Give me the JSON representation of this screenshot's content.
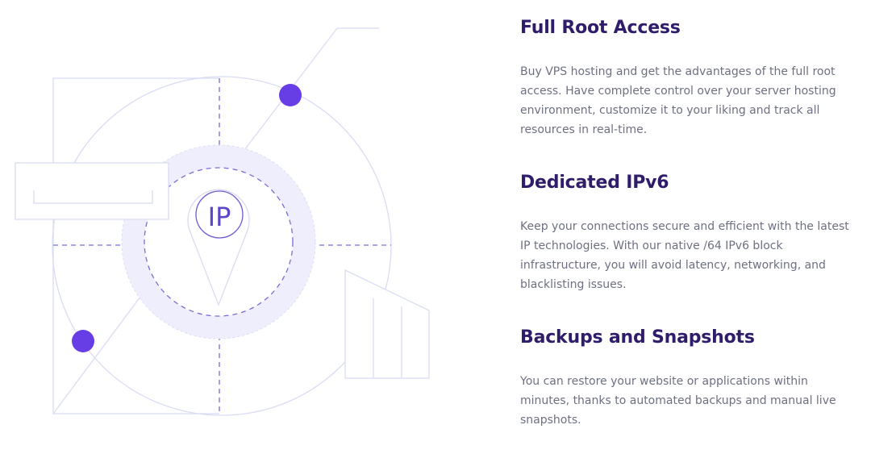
{
  "illustration": {
    "ip_label": "IP",
    "accent_color": "#673de6",
    "line_color": "#d5dfff",
    "ring_color": "#ebe4ff"
  },
  "features": [
    {
      "title": "Full Root Access",
      "description": "Buy VPS hosting and get the advantages of the full root access. Have complete control over your server hosting environment, customize it to your liking and track all resources in real-time."
    },
    {
      "title": "Dedicated IPv6",
      "description": "Keep your connections secure and efficient with the latest IP technologies. With our native /64 IPv6 block infrastructure, you will avoid latency, networking, and blacklisting issues."
    },
    {
      "title": "Backups and Snapshots",
      "description": "You can restore your website or applications within minutes, thanks to automated backups and manual live snapshots."
    }
  ]
}
